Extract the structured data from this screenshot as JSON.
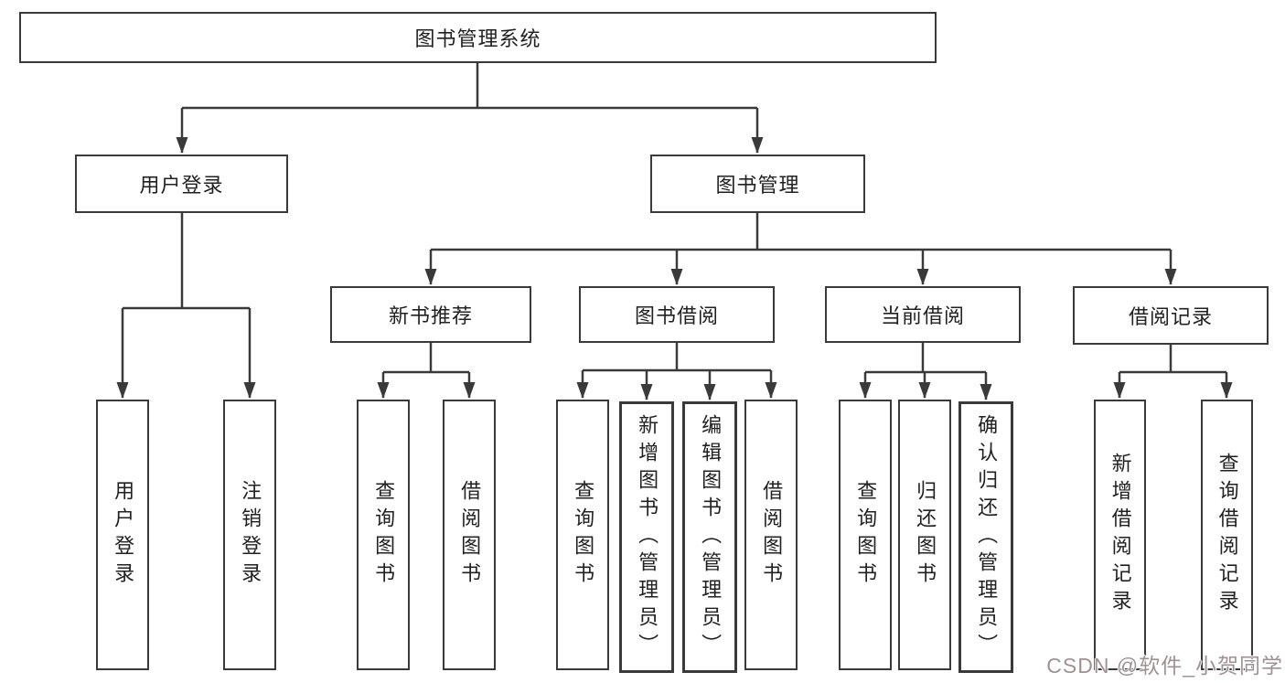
{
  "tree": {
    "root": "图书管理系统",
    "user_login": {
      "label": "用户登录",
      "children": [
        "用户登录",
        "注销登录"
      ]
    },
    "book_management": {
      "label": "图书管理",
      "groups": [
        {
          "label": "新书推荐",
          "children": [
            "查询图书",
            "借阅图书"
          ]
        },
        {
          "label": "图书借阅",
          "children": [
            "查询图书",
            "新增图书（管理员）",
            "编辑图书（管理员）",
            "借阅图书"
          ]
        },
        {
          "label": "当前借阅",
          "children": [
            "查询图书",
            "归还图书",
            "确认归还（管理员）"
          ]
        },
        {
          "label": "借阅记录",
          "children": [
            "新增借阅记录",
            "查询借阅记录"
          ]
        }
      ]
    }
  },
  "watermark": "CSDN @软件_小贺同学",
  "colors": {
    "line": "#3a3a3a",
    "box_border": "#3a3a3a",
    "text": "#212121",
    "watermark": "#9e9292",
    "background": "#ffffff"
  }
}
